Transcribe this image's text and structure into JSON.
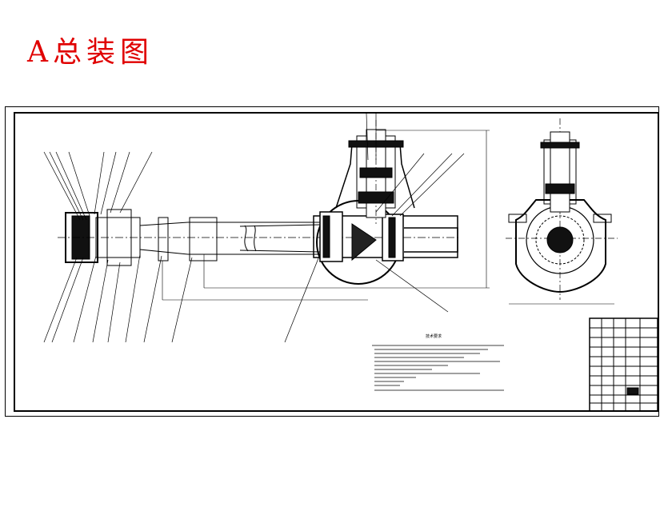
{
  "page": {
    "title": "A总装图",
    "title_color": "#e00000"
  },
  "drawing": {
    "kind": "engineering-assembly-drawing",
    "stroke_color": "#000000",
    "technical_notes_title": "技术要求"
  }
}
